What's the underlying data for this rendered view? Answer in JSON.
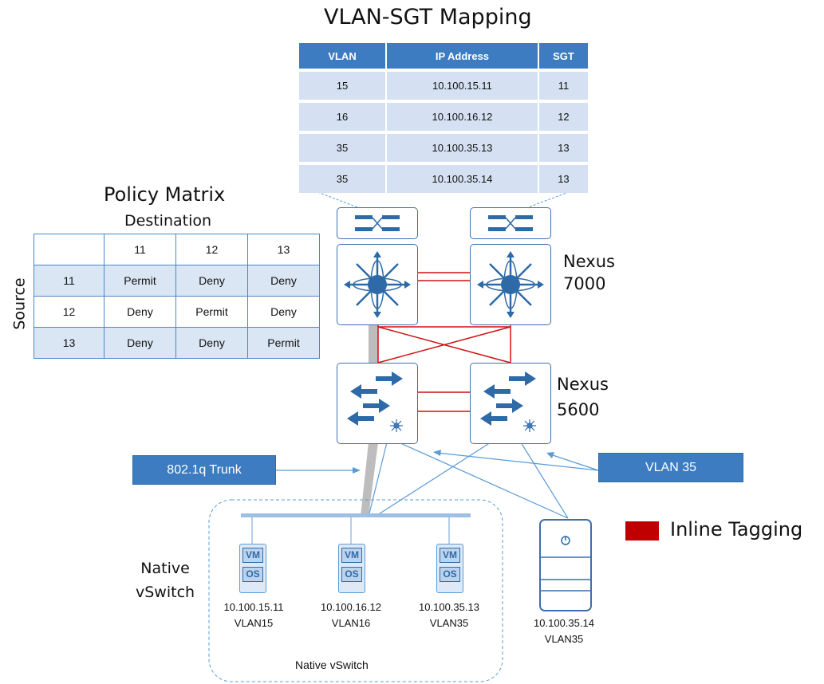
{
  "vlan_sgt": {
    "title": "VLAN-SGT Mapping",
    "headers": [
      "VLAN",
      "IP Address",
      "SGT"
    ],
    "rows": [
      [
        "15",
        "10.100.15.11",
        "11"
      ],
      [
        "16",
        "10.100.16.12",
        "12"
      ],
      [
        "35",
        "10.100.35.13",
        "13"
      ],
      [
        "35",
        "10.100.35.14",
        "13"
      ]
    ]
  },
  "policy": {
    "title": "Policy Matrix",
    "subtitle": "Destination",
    "source_label": "Source",
    "columns": [
      "11",
      "12",
      "13"
    ],
    "rows": [
      {
        "src": "11",
        "cells": [
          "Permit",
          "Deny",
          "Deny"
        ]
      },
      {
        "src": "12",
        "cells": [
          "Deny",
          "Permit",
          "Deny"
        ]
      },
      {
        "src": "13",
        "cells": [
          "Deny",
          "Deny",
          "Permit"
        ]
      }
    ]
  },
  "nexus7000": {
    "line1": "Nexus",
    "line2": "7000"
  },
  "nexus5600": {
    "line1": "Nexus",
    "line2": "5600"
  },
  "trunk_label": "802.1q Trunk",
  "vlan35_label": "VLAN 35",
  "legend": {
    "label": "Inline Tagging",
    "color": "#c00000"
  },
  "vswitch": {
    "left_label_1": "Native",
    "left_label_2": "vSwitch",
    "bottom_label": "Native vSwitch",
    "vms": [
      {
        "vm": "VM",
        "os": "OS",
        "ip": "10.100.15.11",
        "vlan": "VLAN15"
      },
      {
        "vm": "VM",
        "os": "OS",
        "ip": "10.100.16.12",
        "vlan": "VLAN16"
      },
      {
        "vm": "VM",
        "os": "OS",
        "ip": "10.100.35.13",
        "vlan": "VLAN35"
      }
    ]
  },
  "server": {
    "ip": "10.100.35.14",
    "vlan": "VLAN35"
  },
  "colors": {
    "accent": "#3d7cc0",
    "light": "#d5e1f2",
    "link_red": "#d01010",
    "line_blue": "#5b9bd5"
  }
}
